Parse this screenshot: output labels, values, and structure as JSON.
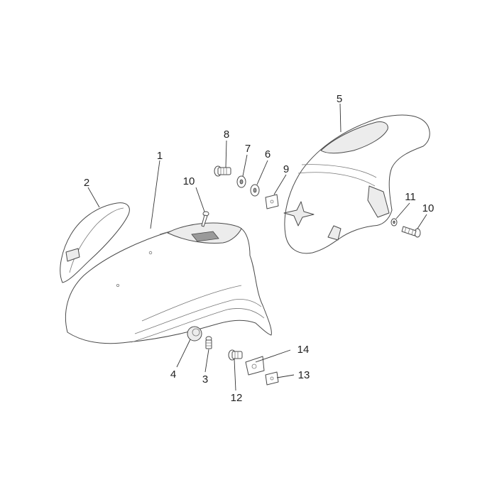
{
  "callouts": {
    "c1": "1",
    "c2": "2",
    "c3": "3",
    "c4": "4",
    "c5": "5",
    "c6": "6",
    "c7": "7",
    "c8": "8",
    "c9": "9",
    "c10a": "10",
    "c10b": "10",
    "c11": "11",
    "c12": "12",
    "c13": "13",
    "c14": "14"
  },
  "colors": {
    "line": "#4a4a4a",
    "fill": "#ffffff",
    "shade": "#ececec"
  }
}
